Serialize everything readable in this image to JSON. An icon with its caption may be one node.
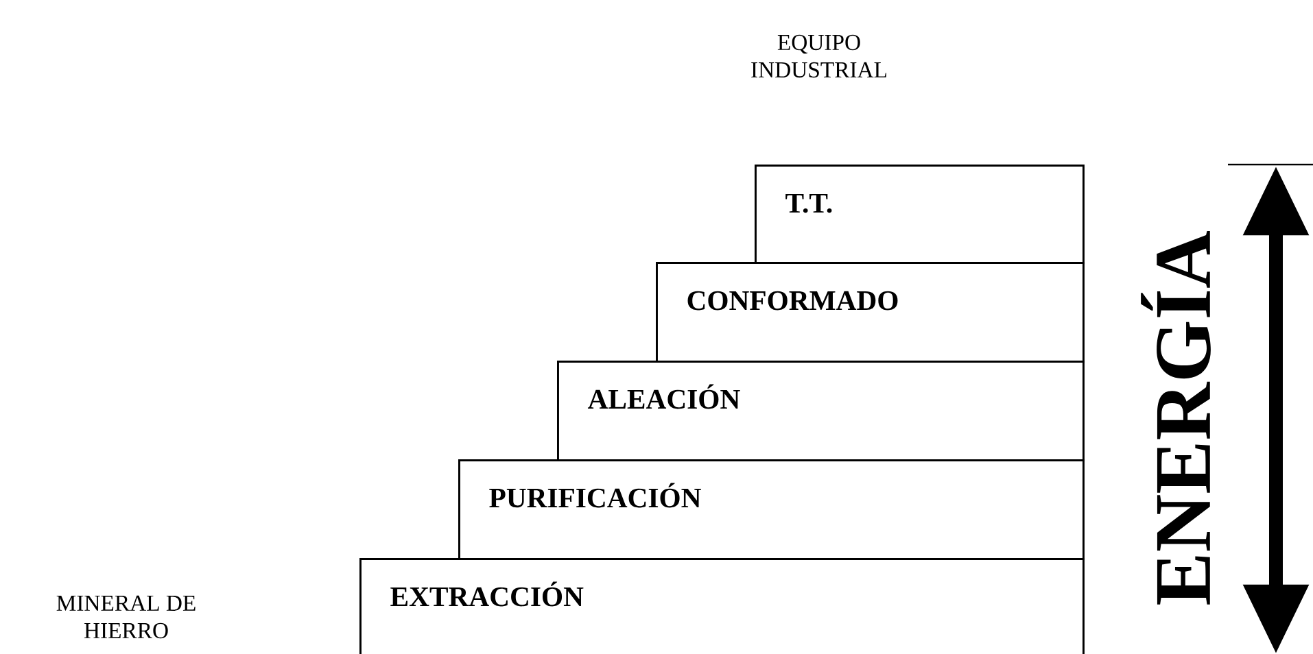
{
  "diagram": {
    "nodes": [
      {
        "text": [
          "T.T."
        ]
      },
      {
        "text": [
          "CONFORMADO"
        ]
      },
      {
        "text": [
          "ALEACIÓN"
        ]
      },
      {
        "text": [
          "PURIFICACIÓN"
        ]
      },
      {
        "text": [
          "EXTRACCIÓN"
        ]
      }
    ],
    "labels": [
      "EQUIPO INDUSTRIAL",
      "ENERGÍA",
      "MINERAL DE HIERRO"
    ]
  }
}
